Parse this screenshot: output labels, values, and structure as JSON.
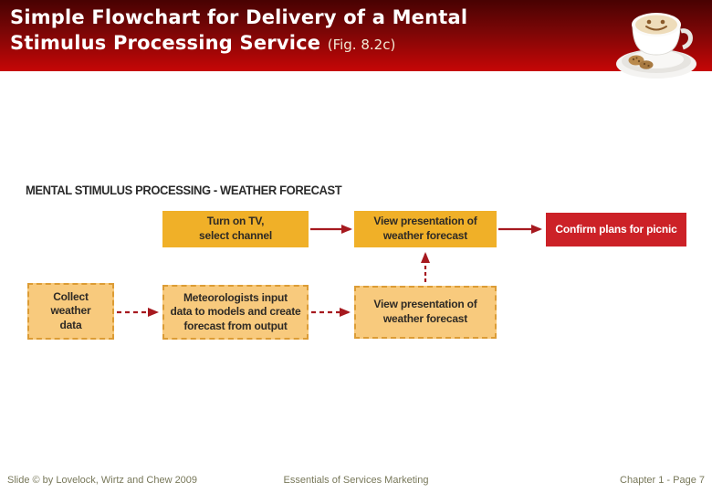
{
  "header": {
    "title_line1": "Simple Flowchart for Delivery of a Mental",
    "title_line2": "Stimulus Processing Service",
    "fig_ref": "(Fig. 8.2c)"
  },
  "flowchart": {
    "title": "MENTAL STIMULUS PROCESSING - WEATHER FORECAST",
    "boxes": [
      {
        "id": "turn-on-tv",
        "label": "Turn on TV,\nselect channel",
        "style": "solid-gold"
      },
      {
        "id": "view-forecast-top",
        "label": "View presentation of\nweather forecast",
        "style": "solid-gold"
      },
      {
        "id": "confirm-picnic",
        "label": "Confirm plans for picnic",
        "style": "solid-red"
      },
      {
        "id": "collect-weather-data",
        "label": "Collect\nweather\ndata",
        "style": "dashed-tan"
      },
      {
        "id": "meteorologists",
        "label": "Meteorologists input\ndata to models and create\nforecast from output",
        "style": "dashed-tan"
      },
      {
        "id": "view-forecast-bottom",
        "label": "View presentation of\nweather forecast",
        "style": "dashed-tan"
      }
    ],
    "arrows": [
      {
        "from": "turn-on-tv",
        "to": "view-forecast-top",
        "type": "solid"
      },
      {
        "from": "view-forecast-top",
        "to": "confirm-picnic",
        "type": "solid"
      },
      {
        "from": "collect-weather-data",
        "to": "meteorologists",
        "type": "dashed"
      },
      {
        "from": "meteorologists",
        "to": "view-forecast-bottom",
        "type": "dashed"
      },
      {
        "from": "view-forecast-bottom",
        "to": "view-forecast-top",
        "type": "dashed-up"
      }
    ]
  },
  "footer": {
    "left": "Slide © by Lovelock, Wirtz and Chew 2009",
    "center": "Essentials of Services Marketing",
    "right": "Chapter 1 - Page 7"
  },
  "colors": {
    "header_gradient_top": "#480202",
    "header_gradient_bottom": "#c60606",
    "gold_box": "#F0B028",
    "tan_box_fill": "#F8CA7D",
    "tan_box_border": "#DC9C35",
    "red_box": "#CC2127",
    "arrow": "#A6191F",
    "box_text": "#2e2a25",
    "footer_text": "#78785a"
  }
}
